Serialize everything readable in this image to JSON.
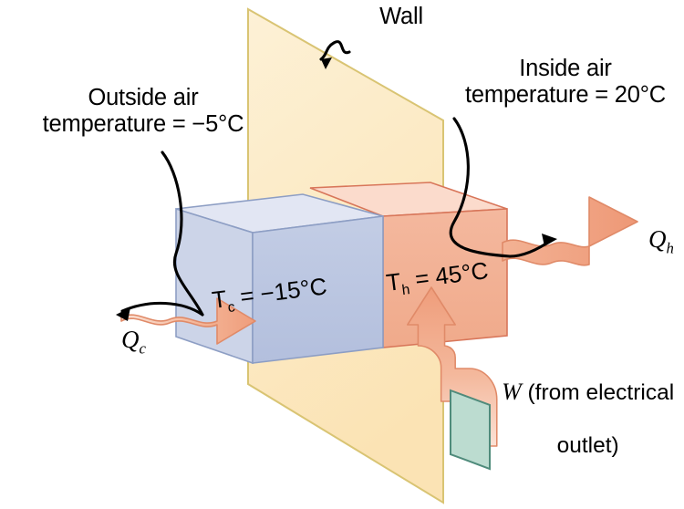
{
  "figure": {
    "kind": "heat-pump-through-wall-diagram",
    "labels": {
      "wall": "Wall",
      "outside_air": "Outside air\ntemperature = −5°C",
      "inside_air": "Inside air\ntemperature = 20°C",
      "work_input_line1": "W",
      "work_input_line2": " (from electrical",
      "work_input_line3": "outlet)"
    },
    "heat_flows": [
      {
        "id": "qc",
        "symbol": "Q",
        "sub": "c",
        "meaning": "heat-extracted-from-outside-cold-reservoir",
        "direction": "into-unit-rightward"
      },
      {
        "id": "qh",
        "symbol": "Q",
        "sub": "h",
        "meaning": "heat-delivered-to-inside-hot-reservoir",
        "direction": "out-of-unit-rightward"
      }
    ],
    "temperatures": [
      {
        "id": "tc",
        "symbol": "T",
        "sub": "c",
        "text": "T_c = −15°C",
        "prefix": "T",
        "body": " = −15°C",
        "value": -15,
        "unit": "°C",
        "side": "cold-outside-half"
      },
      {
        "id": "th",
        "symbol": "T",
        "sub": "h",
        "text": "T_h = 45°C",
        "prefix": "T",
        "body": " = 45°C",
        "value": 45,
        "unit": "°C",
        "side": "hot-inside-half"
      }
    ],
    "air_temperatures": [
      {
        "id": "outside",
        "value": -5,
        "unit": "°C"
      },
      {
        "id": "inside",
        "value": 20,
        "unit": "°C"
      }
    ],
    "colors": {
      "wall_fill": "#fbe7bb",
      "wall_edge": "#d9c473",
      "cold_front": "#b9c4e0",
      "cold_top": "#e2e6f3",
      "cold_left": "#ccd4e8",
      "cold_edge": "#8d9ec4",
      "hot_front": "#f2b093",
      "hot_top": "#fbdbcc",
      "hot_right": "#efa183",
      "hot_edge": "#d8765a",
      "arrow_fill": "#f0a181",
      "arrow_edge": "#e08a68",
      "arrow_pale": "#fbe2d6",
      "outlet_fill": "#bcdcd0",
      "outlet_edge": "#4f8b7b",
      "pointer": "#000000"
    }
  }
}
